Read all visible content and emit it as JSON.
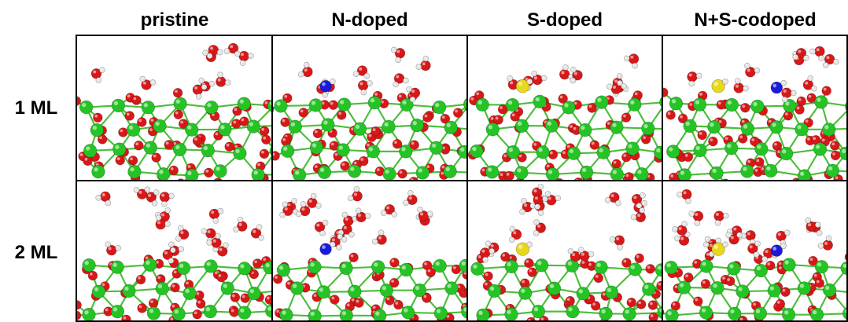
{
  "columns": [
    {
      "key": "pristine",
      "label": "pristine"
    },
    {
      "key": "n",
      "label": "N-doped"
    },
    {
      "key": "s",
      "label": "S-doped"
    },
    {
      "key": "ns",
      "label": "N+S-codoped"
    }
  ],
  "rows": [
    {
      "key": "ml1",
      "label": "1 ML"
    },
    {
      "key": "ml2",
      "label": "2 ML"
    }
  ],
  "atom_colors": {
    "titanium": "#25c425",
    "oxygen": "#d81818",
    "hydrogen": "#e6e6e6",
    "nitrogen": "#1a1adc",
    "sulfur": "#e8d81a",
    "bond": "#4cbe3a"
  },
  "panels": [
    {
      "row": "ml1",
      "col": "pristine",
      "dopants": []
    },
    {
      "row": "ml1",
      "col": "n",
      "dopants": [
        "nitrogen"
      ]
    },
    {
      "row": "ml1",
      "col": "s",
      "dopants": [
        "sulfur"
      ]
    },
    {
      "row": "ml1",
      "col": "ns",
      "dopants": [
        "sulfur",
        "nitrogen"
      ]
    },
    {
      "row": "ml2",
      "col": "pristine",
      "dopants": []
    },
    {
      "row": "ml2",
      "col": "n",
      "dopants": [
        "nitrogen"
      ]
    },
    {
      "row": "ml2",
      "col": "s",
      "dopants": [
        "sulfur"
      ]
    },
    {
      "row": "ml2",
      "col": "ns",
      "dopants": [
        "sulfur",
        "nitrogen"
      ]
    }
  ]
}
